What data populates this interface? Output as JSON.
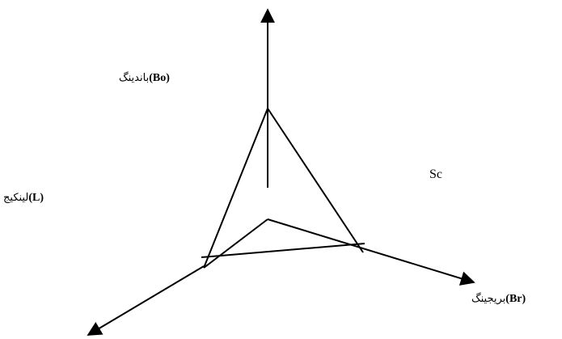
{
  "labels": {
    "bonding": {
      "fa": "باندینگ",
      "en": "(Bo)"
    },
    "linking": {
      "fa": "لینکیج",
      "en": "(L)"
    },
    "bridging": {
      "fa": "بریجینگ",
      "en": "(Br)"
    },
    "sc": "Sc"
  }
}
